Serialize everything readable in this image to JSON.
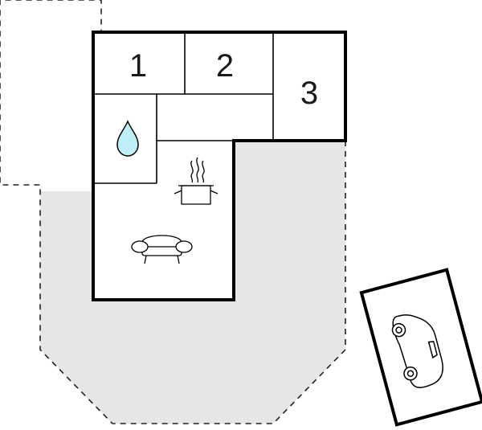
{
  "floorplan": {
    "rooms": [
      {
        "id": "bedroom-1",
        "label": "1"
      },
      {
        "id": "bedroom-2",
        "label": "2"
      },
      {
        "id": "bedroom-3",
        "label": "3"
      }
    ],
    "icons": {
      "bathroom": "water-drop-icon",
      "kitchen": "cooking-pot-icon",
      "living": "sofa-icon",
      "parking": "car-icon"
    },
    "colors": {
      "terrace": "#e6e6e6",
      "water": "#bfeef7",
      "wall": "#000000"
    }
  }
}
